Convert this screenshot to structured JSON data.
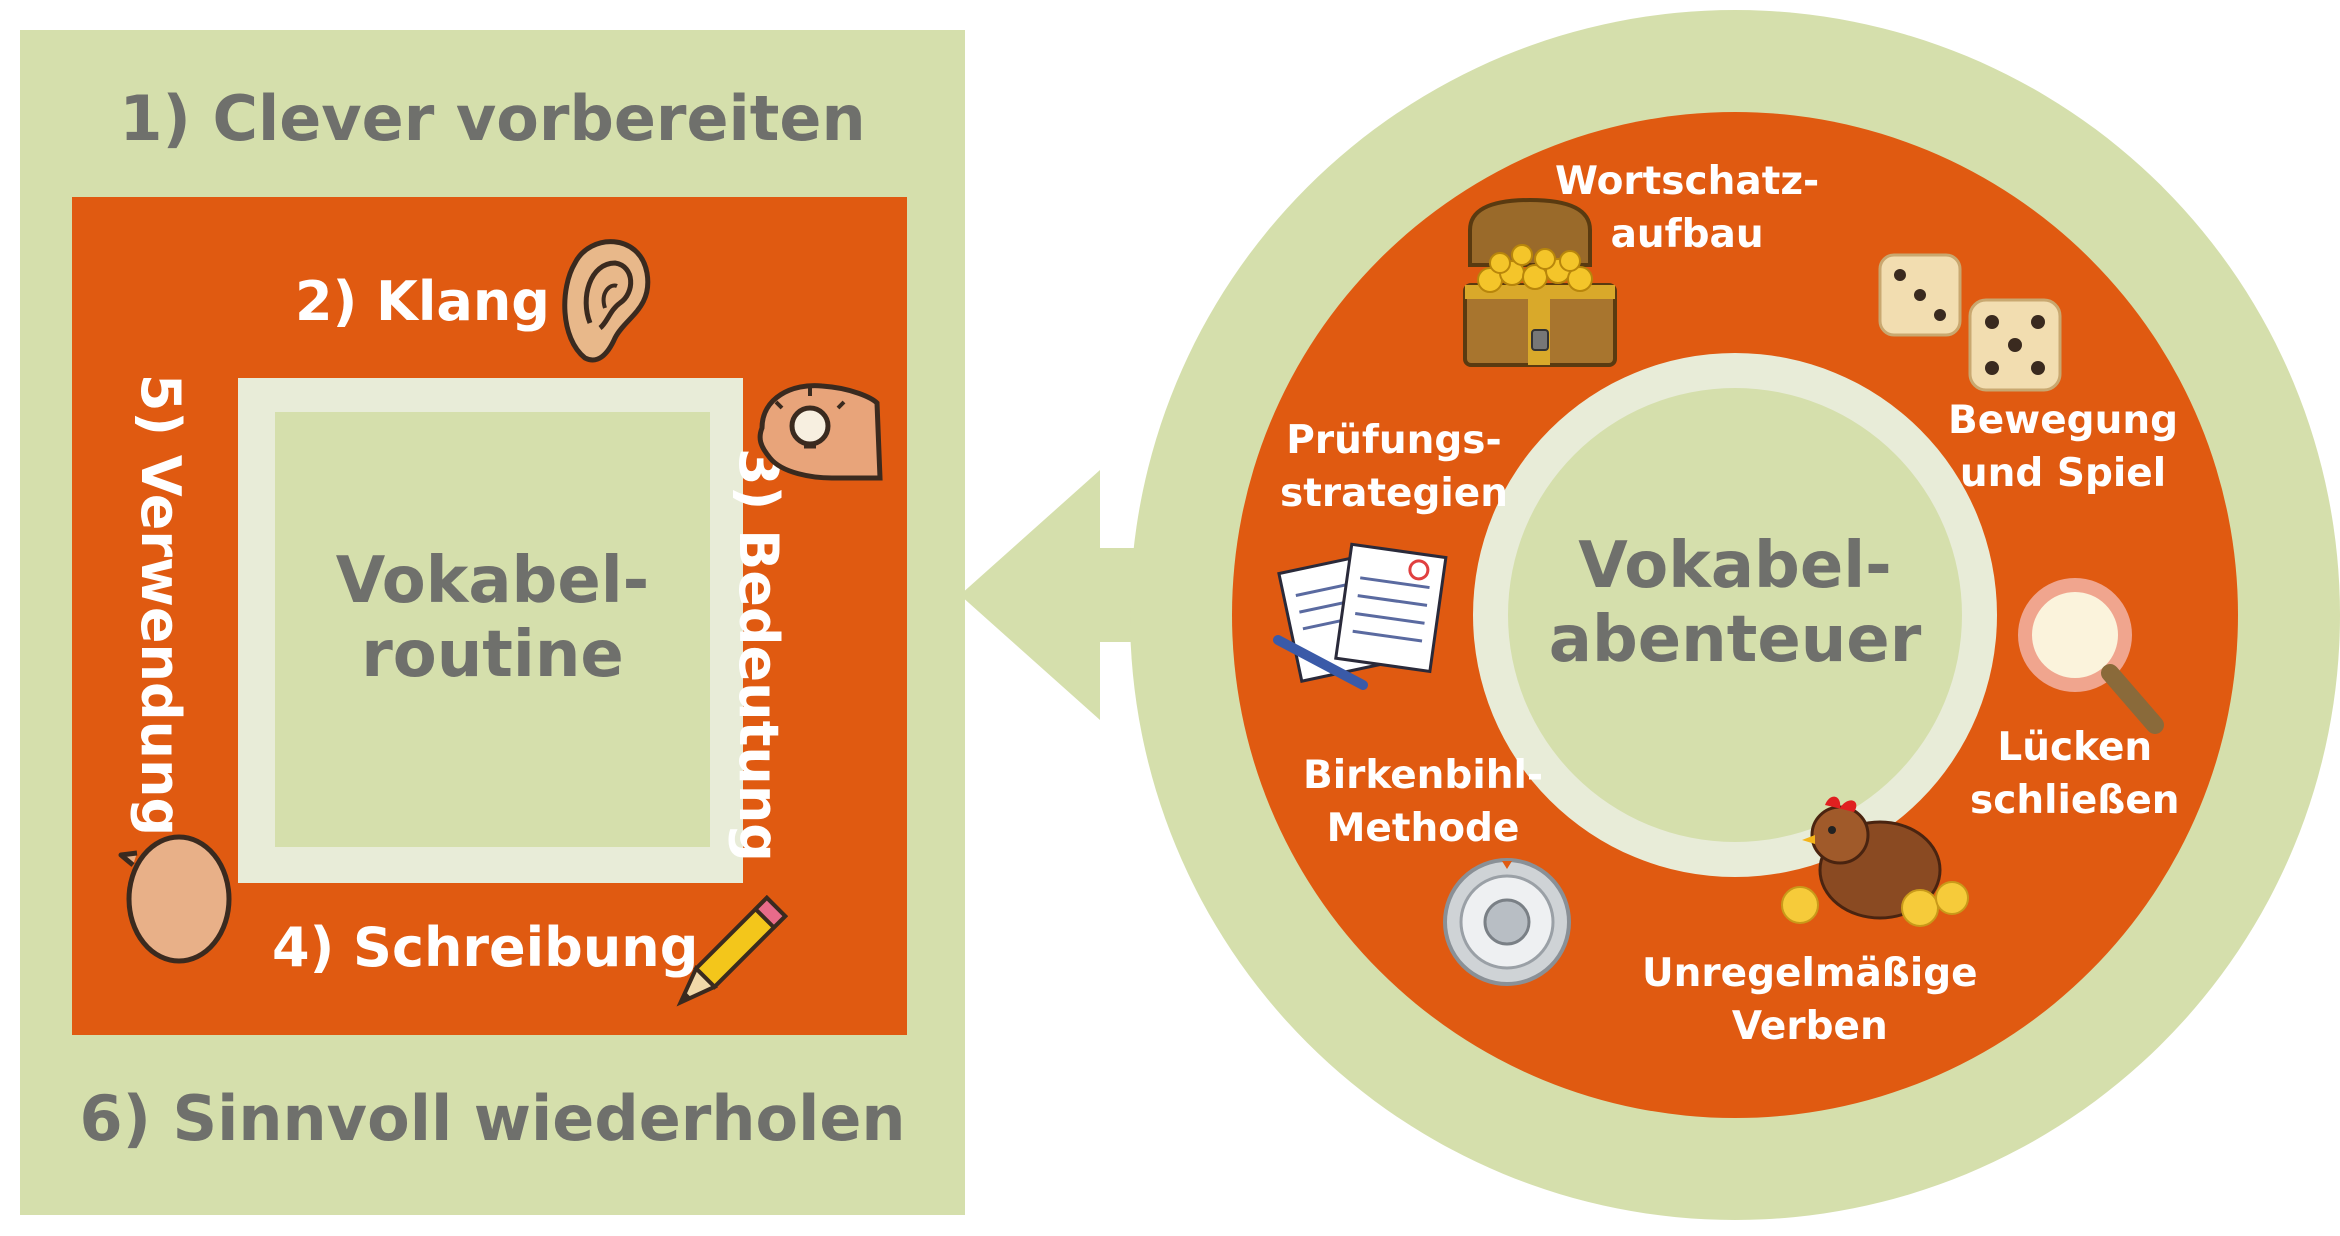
{
  "routine": {
    "title_top": "1) Clever vorbereiten",
    "title_bottom": "6) Sinnvoll wiederholen",
    "center_line1": "Vokabel-",
    "center_line2": "routine",
    "steps": {
      "klang": "2) Klang",
      "bedeutung": "3) Bedeutung",
      "schreibung": "4) Schreibung",
      "verwendung": "5) Verwendung"
    }
  },
  "adventure": {
    "center_line1": "Vokabel-",
    "center_line2": "abenteuer",
    "topics": {
      "wortschatz": [
        "Wortschatz-",
        "aufbau"
      ],
      "bewegung": [
        "Bewegung",
        "und Spiel"
      ],
      "luecken": [
        "Lücken",
        "schließen"
      ],
      "unregelmaessig": [
        "Unregelmäßige",
        "Verben"
      ],
      "birkenbihl": [
        "Birkenbihl-",
        "Methode"
      ],
      "pruefung": [
        "Prüfungs-",
        "strategien"
      ]
    }
  },
  "colors": {
    "green": "#d5dfac",
    "orange": "#e05a11",
    "light": "#e8ecd8",
    "gray_text": "#6f706c",
    "white": "#ffffff"
  }
}
